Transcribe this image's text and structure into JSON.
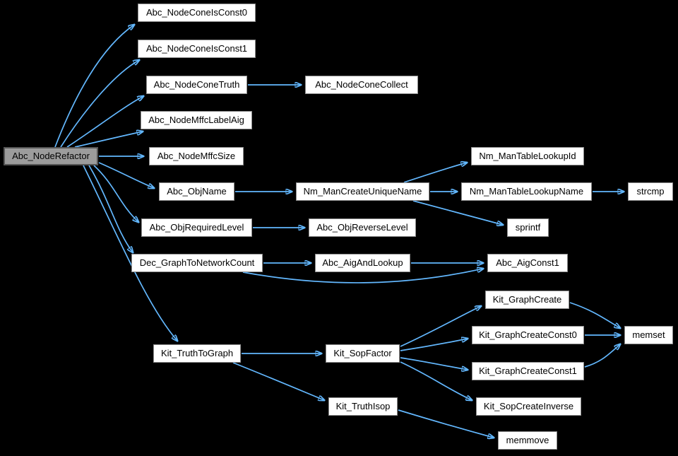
{
  "diagram": {
    "type": "call-graph",
    "background_color": "#000000",
    "edge_color": "#63b8ff",
    "node_fill_color": "#ffffff",
    "node_border_color": "#8c8c8c",
    "root_fill_color": "#9c9c9c",
    "root_border_color": "#565656",
    "nodes": {
      "abc_noderefactor": {
        "label": "Abc_NodeRefactor",
        "role": "root"
      },
      "abc_nodeconeisconst0": {
        "label": "Abc_NodeConeIsConst0"
      },
      "abc_nodeconeisconst1": {
        "label": "Abc_NodeConeIsConst1"
      },
      "abc_nodeconetruth": {
        "label": "Abc_NodeConeTruth"
      },
      "abc_nodeconecollect": {
        "label": "Abc_NodeConeCollect"
      },
      "abc_nodemffclabelaig": {
        "label": "Abc_NodeMffcLabelAig"
      },
      "abc_nodemffcsize": {
        "label": "Abc_NodeMffcSize"
      },
      "abc_objname": {
        "label": "Abc_ObjName"
      },
      "nm_mancreateuniquename": {
        "label": "Nm_ManCreateUniqueName"
      },
      "nm_mantablelookupid": {
        "label": "Nm_ManTableLookupId"
      },
      "nm_mantablelookupname": {
        "label": "Nm_ManTableLookupName"
      },
      "strcmp": {
        "label": "strcmp"
      },
      "sprintf": {
        "label": "sprintf"
      },
      "abc_objrequiredlevel": {
        "label": "Abc_ObjRequiredLevel"
      },
      "abc_objreverselevel": {
        "label": "Abc_ObjReverseLevel"
      },
      "dec_graphtonetworkcount": {
        "label": "Dec_GraphToNetworkCount"
      },
      "abc_aigandlookup": {
        "label": "Abc_AigAndLookup"
      },
      "abc_aigconst1": {
        "label": "Abc_AigConst1"
      },
      "kit_truthtograph": {
        "label": "Kit_TruthToGraph"
      },
      "kit_sopfactor": {
        "label": "Kit_SopFactor"
      },
      "kit_graphcreate": {
        "label": "Kit_GraphCreate"
      },
      "kit_graphcreateconst0": {
        "label": "Kit_GraphCreateConst0"
      },
      "kit_graphcreateconst1": {
        "label": "Kit_GraphCreateConst1"
      },
      "memset": {
        "label": "memset"
      },
      "kit_sopcreateinverse": {
        "label": "Kit_SopCreateInverse"
      },
      "kit_truthisop": {
        "label": "Kit_TruthIsop"
      },
      "memmove": {
        "label": "memmove"
      }
    },
    "edges": [
      {
        "from": "abc_noderefactor",
        "to": "abc_nodeconeisconst0"
      },
      {
        "from": "abc_noderefactor",
        "to": "abc_nodeconeisconst1"
      },
      {
        "from": "abc_noderefactor",
        "to": "abc_nodeconetruth"
      },
      {
        "from": "abc_noderefactor",
        "to": "abc_nodemffclabelaig"
      },
      {
        "from": "abc_noderefactor",
        "to": "abc_nodemffcsize"
      },
      {
        "from": "abc_noderefactor",
        "to": "abc_objname"
      },
      {
        "from": "abc_noderefactor",
        "to": "abc_objrequiredlevel"
      },
      {
        "from": "abc_noderefactor",
        "to": "dec_graphtonetworkcount"
      },
      {
        "from": "abc_noderefactor",
        "to": "kit_truthtograph"
      },
      {
        "from": "abc_nodeconetruth",
        "to": "abc_nodeconecollect"
      },
      {
        "from": "abc_objname",
        "to": "nm_mancreateuniquename"
      },
      {
        "from": "nm_mancreateuniquename",
        "to": "nm_mantablelookupid"
      },
      {
        "from": "nm_mancreateuniquename",
        "to": "nm_mantablelookupname"
      },
      {
        "from": "nm_mancreateuniquename",
        "to": "sprintf"
      },
      {
        "from": "nm_mantablelookupname",
        "to": "strcmp"
      },
      {
        "from": "abc_objrequiredlevel",
        "to": "abc_objreverselevel"
      },
      {
        "from": "dec_graphtonetworkcount",
        "to": "abc_aigandlookup"
      },
      {
        "from": "dec_graphtonetworkcount",
        "to": "abc_aigconst1"
      },
      {
        "from": "abc_aigandlookup",
        "to": "abc_aigconst1"
      },
      {
        "from": "kit_truthtograph",
        "to": "kit_sopfactor"
      },
      {
        "from": "kit_truthtograph",
        "to": "kit_truthisop"
      },
      {
        "from": "kit_sopfactor",
        "to": "kit_graphcreate"
      },
      {
        "from": "kit_sopfactor",
        "to": "kit_graphcreateconst0"
      },
      {
        "from": "kit_sopfactor",
        "to": "kit_graphcreateconst1"
      },
      {
        "from": "kit_sopfactor",
        "to": "kit_sopcreateinverse"
      },
      {
        "from": "kit_graphcreate",
        "to": "memset"
      },
      {
        "from": "kit_graphcreateconst0",
        "to": "memset"
      },
      {
        "from": "kit_graphcreateconst1",
        "to": "memset"
      },
      {
        "from": "kit_truthisop",
        "to": "memmove"
      }
    ]
  }
}
